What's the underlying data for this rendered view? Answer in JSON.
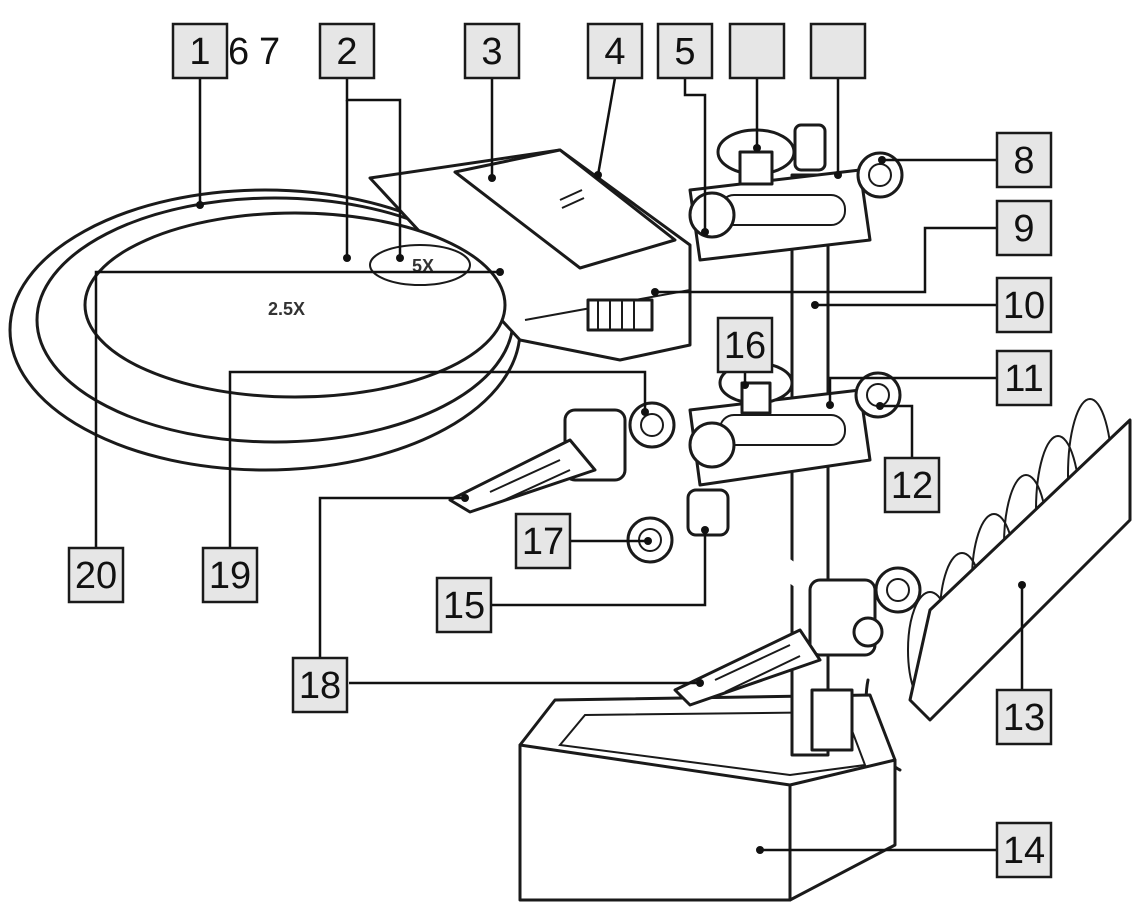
{
  "diagram": {
    "callouts": [
      "1",
      "2",
      "3",
      "4",
      "5",
      "",
      "",
      "8",
      "9",
      "10",
      "11",
      "12",
      "13",
      "14",
      "15",
      "16",
      "17",
      "18",
      "19",
      "20"
    ],
    "stray_labels": [
      "6",
      "7"
    ],
    "lens_labels": {
      "main": "2.5X",
      "inset": "5X"
    }
  }
}
